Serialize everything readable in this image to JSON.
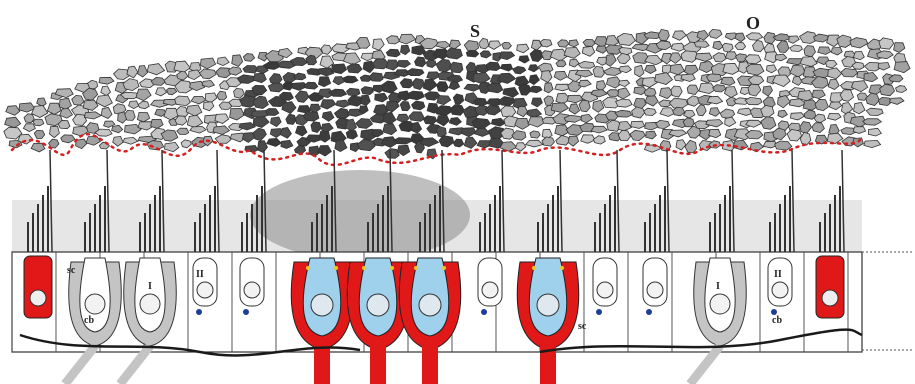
{
  "labels": {
    "s": "S",
    "o": "O",
    "type_one": "I",
    "type_two": "II",
    "sc": "sc",
    "cb": "cb"
  },
  "colors": {
    "cupula_light": "#b3b3b3",
    "cupula_dark": "#4a4a4a",
    "dotted_outline": "#d42020",
    "red_cell": "#e01818",
    "blue_cell": "#9fd0ec",
    "nerve_gray": "#c4c4c4",
    "nerve_black": "#1a1a1a",
    "yellow_synapse": "#e6c82a"
  },
  "icons": [
    "hair-cell-type-i",
    "hair-cell-type-ii",
    "supporting-cell",
    "calyx-ending",
    "nerve-fiber"
  ]
}
